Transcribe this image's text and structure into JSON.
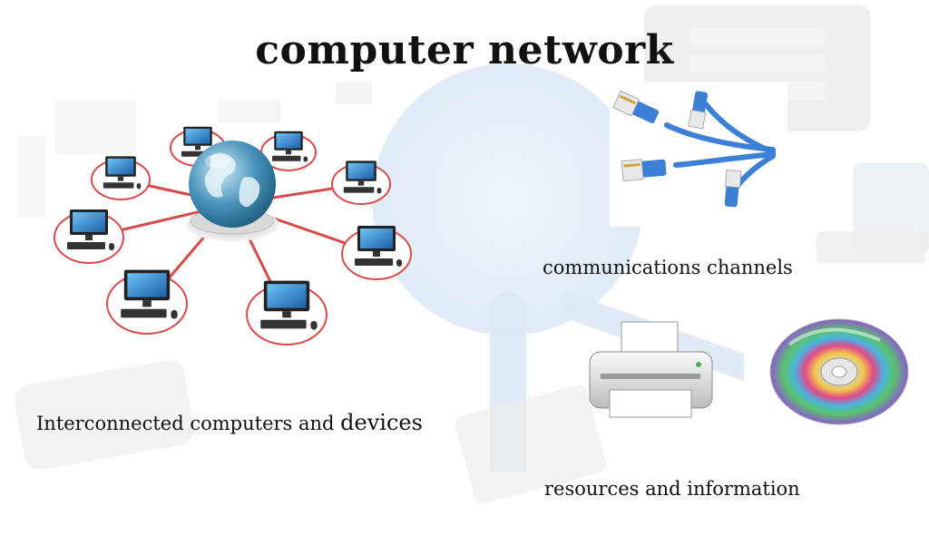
{
  "slide": {
    "title": "computer network",
    "captions": {
      "left_main": "Interconnected computers and",
      "left_emph": "devices",
      "channels": "communications channels",
      "resources": "resources and information"
    }
  },
  "colors": {
    "network_lines": "#d94a4a",
    "ring": "#d94a4a",
    "cable_blue": "#3c7fd6",
    "globe_blue": "#3f88b0",
    "background_tint": "#dbe8f5"
  },
  "icons": [
    "globe-icon",
    "computer-icon",
    "ethernet-cable-icon",
    "printer-icon",
    "cd-disc-icon"
  ]
}
